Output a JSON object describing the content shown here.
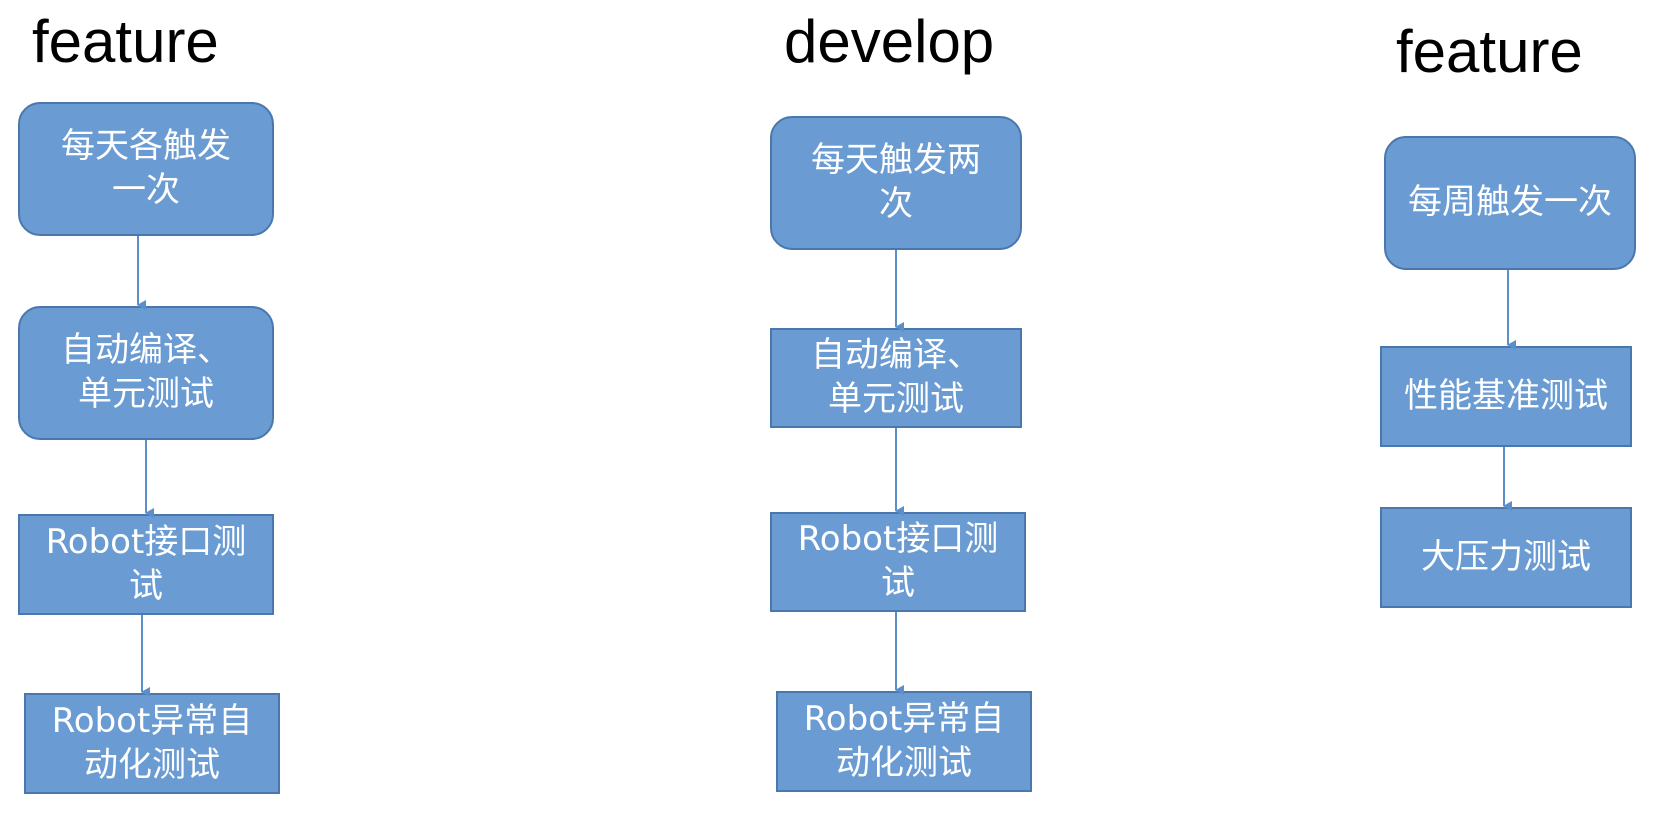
{
  "columns": [
    {
      "title": "feature",
      "steps": [
        "每天各触发一次",
        "自动编译、单元测试",
        "Robot接口测试",
        "Robot异常自动化测试"
      ]
    },
    {
      "title": "develop",
      "steps": [
        "每天触发两次",
        "自动编译、单元测试",
        "Robot接口测试",
        "Robot异常自动化测试"
      ]
    },
    {
      "title": "feature",
      "steps": [
        "每周触发一次",
        "性能基准测试",
        "大压力测试"
      ]
    }
  ],
  "colors": {
    "box_fill": "#6a9bd3",
    "box_border": "#4a78ad",
    "arrow": "#5b8fc9",
    "text": "#ffffff",
    "title": "#000000"
  }
}
